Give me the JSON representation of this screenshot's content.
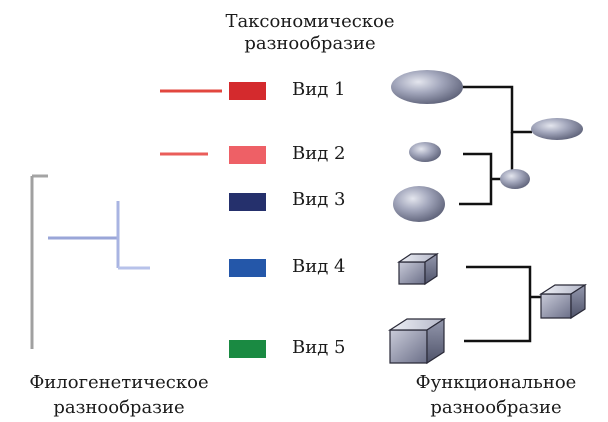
{
  "titles": {
    "taxonomic_line1": "Таксономическое",
    "taxonomic_line2": "разнообразие",
    "phylo_line1": "Филогенетическое",
    "phylo_line2": "разнообразие",
    "func_line1": "Функциональное",
    "func_line2": "разнообразие"
  },
  "species": [
    {
      "label": "Вид 1",
      "color": "#d42a2d"
    },
    {
      "label": "Вид 2",
      "color": "#ee6066"
    },
    {
      "label": "Вид 3",
      "color": "#25306c"
    },
    {
      "label": "Вид 4",
      "color": "#2457a9"
    },
    {
      "label": "Вид 5",
      "color": "#1a8a42"
    }
  ]
}
